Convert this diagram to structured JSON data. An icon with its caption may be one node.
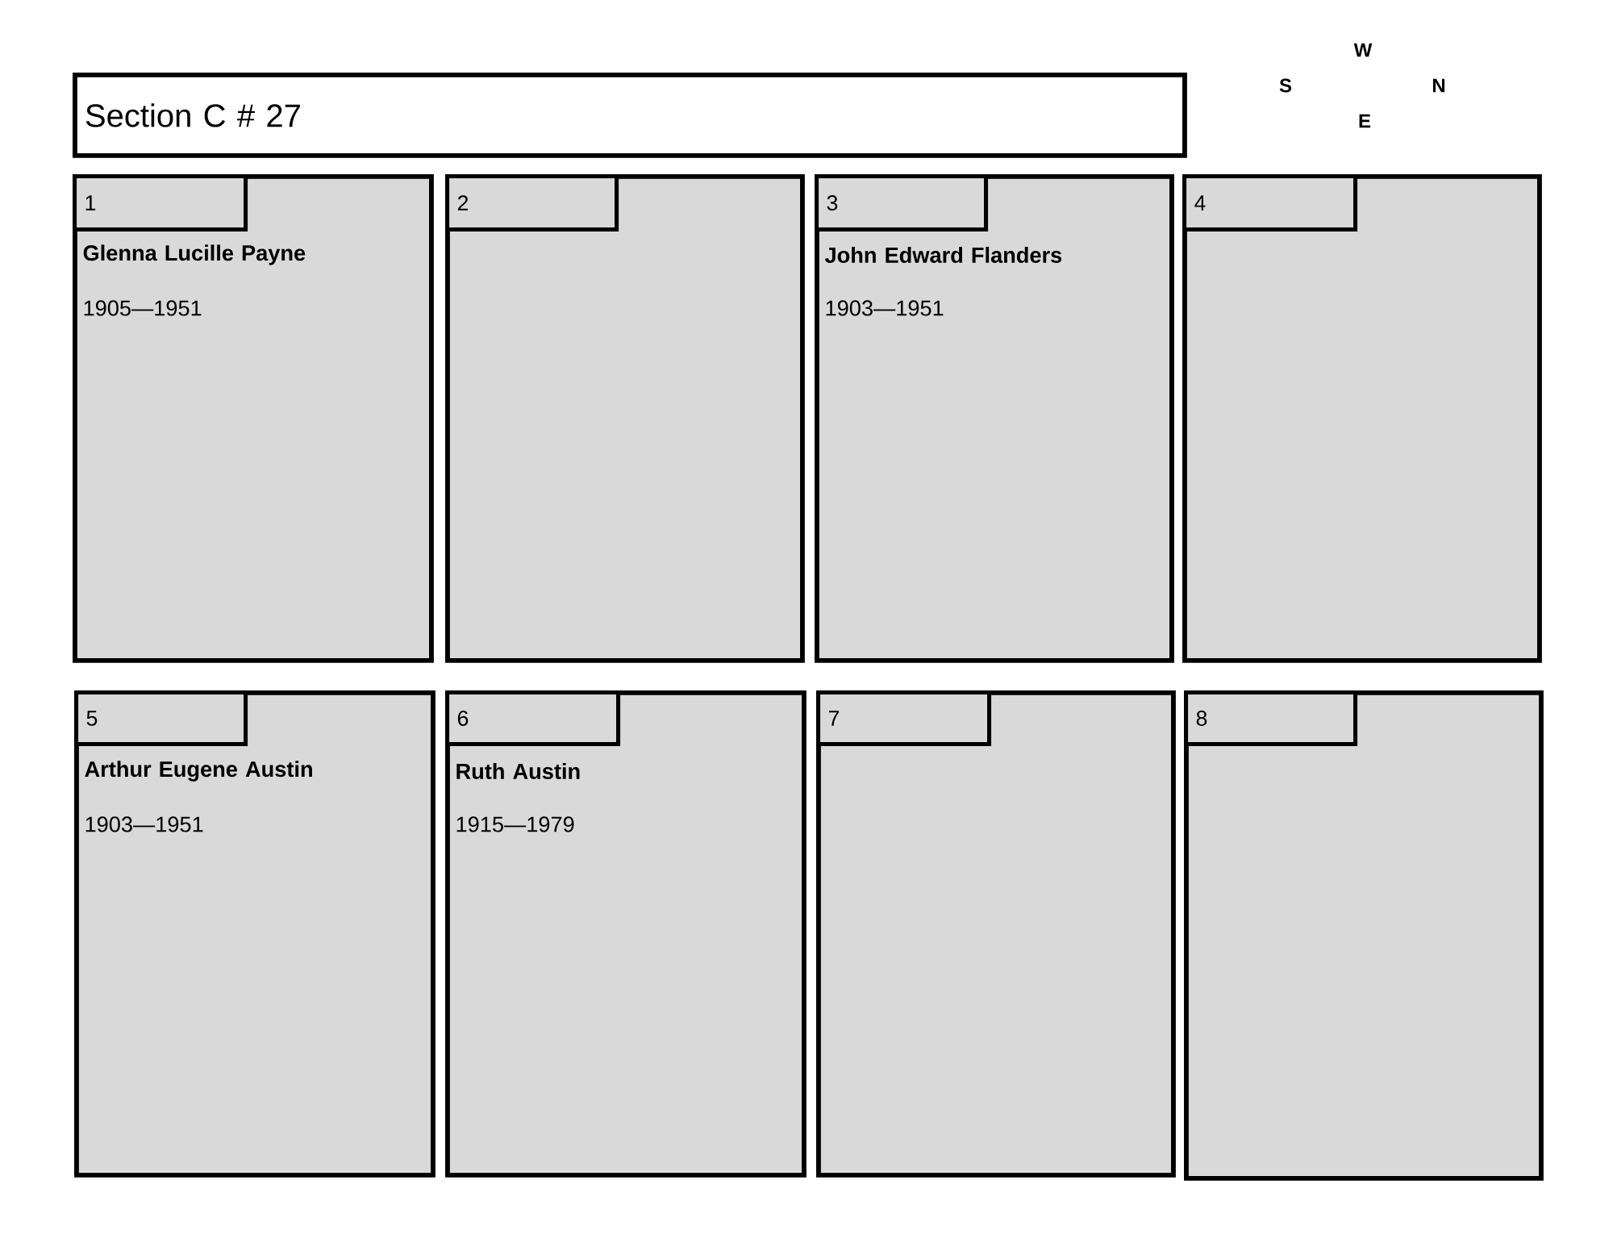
{
  "diagram": {
    "nodes": [
      {
        "text": [
          "Section C # 27"
        ]
      },
      {
        "text": [
          "Glenna Lucille Payne",
          "1905—1951"
        ]
      },
      {
        "text": [
          "1"
        ],
        "in": 1
      },
      {
        "text": [],
        "shape": "box"
      },
      {
        "text": [
          "2"
        ],
        "in": 3
      },
      {
        "text": [
          "John Edward Flanders",
          "1903—1951"
        ]
      },
      {
        "text": [
          "3"
        ],
        "in": 5
      },
      {
        "text": [],
        "shape": "box"
      },
      {
        "text": [
          "4"
        ],
        "in": 7
      },
      {
        "text": [
          "Arthur Eugene Austin",
          "1903—1951"
        ]
      },
      {
        "text": [
          "5"
        ],
        "in": 9
      },
      {
        "text": [
          "Ruth Austin",
          "1915—1979"
        ]
      },
      {
        "text": [
          "6"
        ],
        "in": 11
      },
      {
        "text": [],
        "shape": "box"
      },
      {
        "text": [
          "7"
        ],
        "in": 13
      },
      {
        "text": [],
        "shape": "box"
      },
      {
        "text": [
          "8"
        ],
        "in": 15
      }
    ],
    "labels": [
      "W",
      "S",
      "N",
      "E"
    ]
  }
}
